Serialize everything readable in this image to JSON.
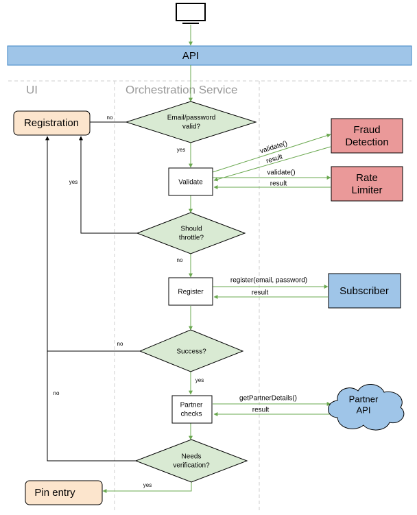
{
  "lanes": {
    "ui": "UI",
    "orchestration": "Orchestration Service"
  },
  "nodes": {
    "api": "API",
    "registration": "Registration",
    "email_valid": [
      "Email/password",
      "valid?"
    ],
    "validate": "Validate",
    "fraud": [
      "Fraud",
      "Detection"
    ],
    "rate": [
      "Rate",
      "Limiter"
    ],
    "throttle": [
      "Should",
      "throttle?"
    ],
    "register": "Register",
    "subscriber": "Subscriber",
    "success": "Success?",
    "partner_checks": [
      "Partner",
      "checks"
    ],
    "partner_api": [
      "Partner",
      "API"
    ],
    "needs_verification": [
      "Needs",
      "verification?"
    ],
    "pin_entry": "Pin entry"
  },
  "edges": {
    "no": "no",
    "yes": "yes",
    "validate_call": "validate()",
    "result": "result",
    "register_call": "register(email, password)",
    "partner_call": "getPartnerDetails()"
  },
  "colors": {
    "api_blue": "#9fc5e8",
    "api_border": "#3d85c6",
    "decision_green": "#d9ead3",
    "decision_border": "#6aa84f",
    "ui_orange": "#fce5cd",
    "ui_border": "#e69138",
    "external_red": "#ea9999",
    "external_border": "#cc0000",
    "arrow_green": "#6aa84f",
    "arrow_black": "#000000"
  },
  "icons": {
    "client": "monitor-icon"
  }
}
